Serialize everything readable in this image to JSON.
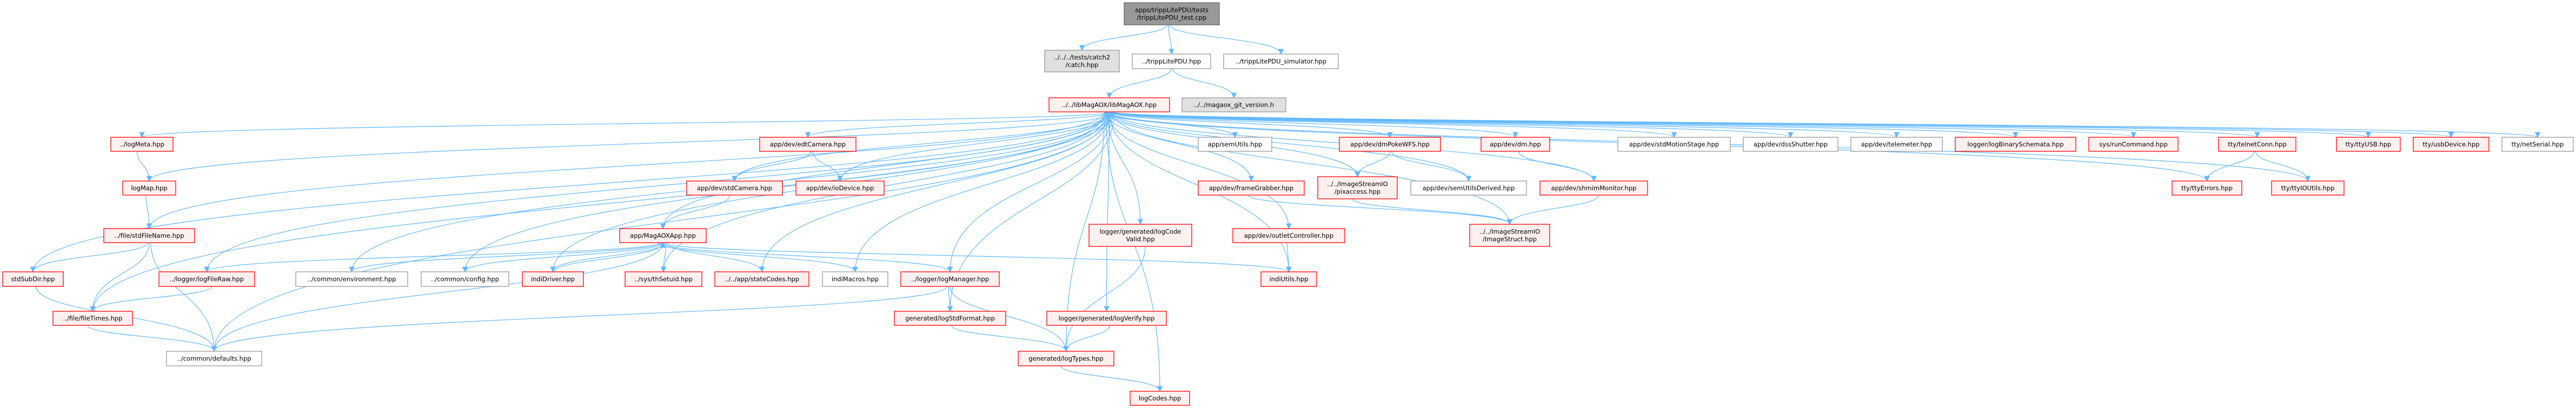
{
  "graph": {
    "title": "apps/trippLitePDU/tests/trippLitePDU_test.cpp",
    "colors": {
      "edge": "#63B8FF",
      "root_fill": "#999999",
      "root_stroke": "#666666",
      "truncated_fill": "#FFF0F0",
      "truncated_stroke": "#FF0000",
      "normal_fill": "#FFFFFF",
      "normal_stroke": "#999999",
      "external_fill": "#E0E0E0",
      "external_stroke": "#999999"
    },
    "nodes": {
      "root": {
        "label": [
          "apps/trippLitePDU/tests",
          "/trippLitePDU_test.cpp"
        ],
        "style": "root"
      },
      "catch": {
        "label": [
          "../../../tests/catch2",
          "/catch.hpp"
        ],
        "style": "external"
      },
      "tripp": {
        "label": [
          "../trippLitePDU.hpp"
        ],
        "style": "normal"
      },
      "sim": {
        "label": [
          "../trippLitePDU_simulator.hpp"
        ],
        "style": "normal"
      },
      "lib": {
        "label": [
          "../../libMagAOX/libMagAOX.hpp"
        ],
        "style": "truncated"
      },
      "git": {
        "label": [
          "../../magaox_git_version.h"
        ],
        "style": "external"
      },
      "logMeta": {
        "label": [
          "../logMeta.hpp"
        ],
        "style": "truncated"
      },
      "edtCamera": {
        "label": [
          "app/dev/edtCamera.hpp"
        ],
        "style": "truncated"
      },
      "semUtils": {
        "label": [
          "app/semUtils.hpp"
        ],
        "style": "normal"
      },
      "dmPokeWFS": {
        "label": [
          "app/dev/dmPokeWFS.hpp"
        ],
        "style": "truncated"
      },
      "dm": {
        "label": [
          "app/dev/dm.hpp"
        ],
        "style": "truncated"
      },
      "stdMotionStage": {
        "label": [
          "app/dev/stdMotionStage.hpp"
        ],
        "style": "normal"
      },
      "dssShutter": {
        "label": [
          "app/dev/dssShutter.hpp"
        ],
        "style": "normal"
      },
      "telemeter": {
        "label": [
          "app/dev/telemeter.hpp"
        ],
        "style": "normal"
      },
      "logBinarySchemata": {
        "label": [
          "logger/logBinarySchemata.hpp"
        ],
        "style": "truncated"
      },
      "runCommand": {
        "label": [
          "sys/runCommand.hpp"
        ],
        "style": "truncated"
      },
      "telnetConn": {
        "label": [
          "tty/telnetConn.hpp"
        ],
        "style": "truncated"
      },
      "ttyUSB": {
        "label": [
          "tty/ttyUSB.hpp"
        ],
        "style": "truncated"
      },
      "usbDevice": {
        "label": [
          "tty/usbDevice.hpp"
        ],
        "style": "truncated"
      },
      "netSerial": {
        "label": [
          "tty/netSerial.hpp"
        ],
        "style": "normal"
      },
      "logMap": {
        "label": [
          "logMap.hpp"
        ],
        "style": "truncated"
      },
      "stdCamera": {
        "label": [
          "app/dev/stdCamera.hpp"
        ],
        "style": "truncated"
      },
      "ioDevice": {
        "label": [
          "app/dev/ioDevice.hpp"
        ],
        "style": "truncated"
      },
      "frameGrabber": {
        "label": [
          "app/dev/frameGrabber.hpp"
        ],
        "style": "truncated"
      },
      "pixaccess": {
        "label": [
          "../../ImageStreamIO",
          "/pixaccess.hpp"
        ],
        "style": "truncated"
      },
      "semUtilsDerived": {
        "label": [
          "app/dev/semUtilsDerived.hpp"
        ],
        "style": "normal"
      },
      "shmimMonitor": {
        "label": [
          "app/dev/shmimMonitor.hpp"
        ],
        "style": "truncated"
      },
      "ttyErrors": {
        "label": [
          "tty/ttyErrors.hpp"
        ],
        "style": "truncated"
      },
      "ttyIOUtils": {
        "label": [
          "tty/ttyIOUtils.hpp"
        ],
        "style": "truncated"
      },
      "stdFileName": {
        "label": [
          "../file/stdFileName.hpp"
        ],
        "style": "truncated"
      },
      "MagAOXApp": {
        "label": [
          "app/MagAOXApp.hpp"
        ],
        "style": "truncated"
      },
      "logCodeValid": {
        "label": [
          "logger/generated/logCode",
          "Valid.hpp"
        ],
        "style": "truncated"
      },
      "outletController": {
        "label": [
          "app/dev/outletController.hpp"
        ],
        "style": "truncated"
      },
      "ImageStruct": {
        "label": [
          "../../ImageStreamIO",
          "/ImageStruct.hpp"
        ],
        "style": "truncated"
      },
      "stdSubDir": {
        "label": [
          "stdSubDir.hpp"
        ],
        "style": "truncated"
      },
      "logFileRaw": {
        "label": [
          "../logger/logFileRaw.hpp"
        ],
        "style": "truncated"
      },
      "environment": {
        "label": [
          "../common/environment.hpp"
        ],
        "style": "normal"
      },
      "config": {
        "label": [
          "../common/config.hpp"
        ],
        "style": "normal"
      },
      "indiDriver": {
        "label": [
          "indiDriver.hpp"
        ],
        "style": "truncated"
      },
      "thSetuid": {
        "label": [
          "../sys/thSetuid.hpp"
        ],
        "style": "truncated"
      },
      "stateCodes": {
        "label": [
          "../../app/stateCodes.hpp"
        ],
        "style": "truncated"
      },
      "indiMacros": {
        "label": [
          "indiMacros.hpp"
        ],
        "style": "normal"
      },
      "logManager": {
        "label": [
          "../logger/logManager.hpp"
        ],
        "style": "truncated"
      },
      "indiUtils": {
        "label": [
          "indiUtils.hpp"
        ],
        "style": "truncated"
      },
      "fileTimes": {
        "label": [
          "../file/fileTimes.hpp"
        ],
        "style": "truncated"
      },
      "logStdFormat": {
        "label": [
          "generated/logStdFormat.hpp"
        ],
        "style": "truncated"
      },
      "logVerify": {
        "label": [
          "logger/generated/logVerify.hpp"
        ],
        "style": "truncated"
      },
      "defaults": {
        "label": [
          "../common/defaults.hpp"
        ],
        "style": "normal"
      },
      "logTypes": {
        "label": [
          "generated/logTypes.hpp"
        ],
        "style": "truncated"
      },
      "logCodes": {
        "label": [
          "logCodes.hpp"
        ],
        "style": "truncated"
      }
    },
    "edges": [
      [
        "root",
        "catch"
      ],
      [
        "root",
        "tripp"
      ],
      [
        "root",
        "sim"
      ],
      [
        "tripp",
        "lib"
      ],
      [
        "tripp",
        "git"
      ],
      [
        "lib",
        "logMeta"
      ],
      [
        "lib",
        "logMap"
      ],
      [
        "lib",
        "stdFileName"
      ],
      [
        "lib",
        "stdSubDir"
      ],
      [
        "lib",
        "logFileRaw"
      ],
      [
        "lib",
        "fileTimes"
      ],
      [
        "lib",
        "defaults"
      ],
      [
        "lib",
        "environment"
      ],
      [
        "lib",
        "config"
      ],
      [
        "lib",
        "indiDriver"
      ],
      [
        "lib",
        "MagAOXApp"
      ],
      [
        "lib",
        "thSetuid"
      ],
      [
        "lib",
        "stateCodes"
      ],
      [
        "lib",
        "indiMacros"
      ],
      [
        "lib",
        "logManager"
      ],
      [
        "lib",
        "logStdFormat"
      ],
      [
        "lib",
        "logTypes"
      ],
      [
        "lib",
        "logCodes"
      ],
      [
        "lib",
        "logCodeValid"
      ],
      [
        "lib",
        "logVerify"
      ],
      [
        "lib",
        "edtCamera"
      ],
      [
        "lib",
        "stdCamera"
      ],
      [
        "lib",
        "ioDevice"
      ],
      [
        "lib",
        "semUtils"
      ],
      [
        "lib",
        "frameGrabber"
      ],
      [
        "lib",
        "outletController"
      ],
      [
        "lib",
        "indiUtils"
      ],
      [
        "lib",
        "dmPokeWFS"
      ],
      [
        "lib",
        "dm"
      ],
      [
        "lib",
        "stdMotionStage"
      ],
      [
        "lib",
        "dssShutter"
      ],
      [
        "lib",
        "telemeter"
      ],
      [
        "lib",
        "pixaccess"
      ],
      [
        "lib",
        "semUtilsDerived"
      ],
      [
        "lib",
        "shmimMonitor"
      ],
      [
        "lib",
        "ImageStruct"
      ],
      [
        "lib",
        "logBinarySchemata"
      ],
      [
        "lib",
        "runCommand"
      ],
      [
        "lib",
        "telnetConn"
      ],
      [
        "lib",
        "ttyErrors"
      ],
      [
        "lib",
        "ttyIOUtils"
      ],
      [
        "lib",
        "ttyUSB"
      ],
      [
        "lib",
        "usbDevice"
      ],
      [
        "lib",
        "netSerial"
      ],
      [
        "logMeta",
        "logMap"
      ],
      [
        "logMap",
        "stdFileName"
      ],
      [
        "stdFileName",
        "stdSubDir"
      ],
      [
        "stdFileName",
        "fileTimes"
      ],
      [
        "stdFileName",
        "defaults"
      ],
      [
        "stdSubDir",
        "defaults"
      ],
      [
        "logFileRaw",
        "fileTimes"
      ],
      [
        "fileTimes",
        "defaults"
      ],
      [
        "MagAOXApp",
        "logFileRaw"
      ],
      [
        "MagAOXApp",
        "environment"
      ],
      [
        "MagAOXApp",
        "config"
      ],
      [
        "MagAOXApp",
        "indiDriver"
      ],
      [
        "MagAOXApp",
        "thSetuid"
      ],
      [
        "MagAOXApp",
        "stateCodes"
      ],
      [
        "MagAOXApp",
        "indiMacros"
      ],
      [
        "MagAOXApp",
        "logManager"
      ],
      [
        "MagAOXApp",
        "indiUtils"
      ],
      [
        "MagAOXApp",
        "defaults"
      ],
      [
        "indiDriver",
        "MagAOXApp"
      ],
      [
        "edtCamera",
        "stdCamera"
      ],
      [
        "edtCamera",
        "ioDevice"
      ],
      [
        "stdCamera",
        "MagAOXApp"
      ],
      [
        "logManager",
        "defaults"
      ],
      [
        "logManager",
        "logStdFormat"
      ],
      [
        "logManager",
        "logTypes"
      ],
      [
        "logStdFormat",
        "logTypes"
      ],
      [
        "logVerify",
        "logTypes"
      ],
      [
        "logCodeValid",
        "logTypes"
      ],
      [
        "logTypes",
        "logCodes"
      ],
      [
        "frameGrabber",
        "ImageStruct"
      ],
      [
        "outletController",
        "indiUtils"
      ],
      [
        "dmPokeWFS",
        "pixaccess"
      ],
      [
        "dmPokeWFS",
        "semUtilsDerived"
      ],
      [
        "dm",
        "shmimMonitor"
      ],
      [
        "shmimMonitor",
        "ImageStruct"
      ],
      [
        "pixaccess",
        "ImageStruct"
      ],
      [
        "telnetConn",
        "ttyErrors"
      ],
      [
        "telnetConn",
        "ttyIOUtils"
      ]
    ]
  }
}
